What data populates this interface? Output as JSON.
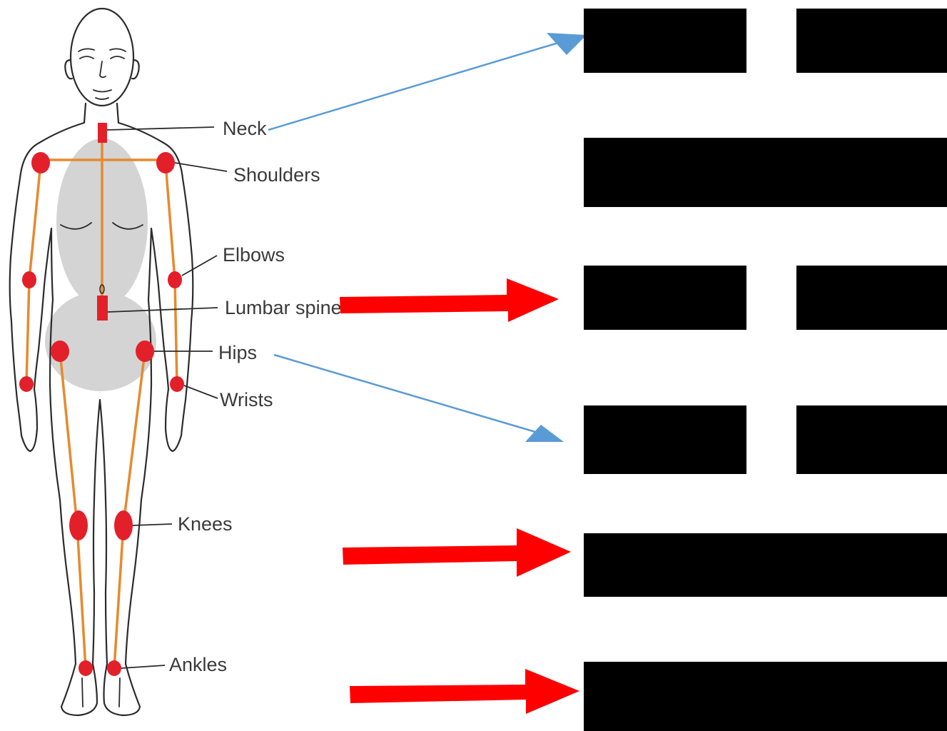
{
  "labels": {
    "neck": "Neck",
    "shoulders": "Shoulders",
    "elbows": "Elbows",
    "lumbar_spine": "Lumbar spine",
    "hips": "Hips",
    "wrists": "Wrists",
    "knees": "Knees",
    "ankles": "Ankles"
  },
  "hexagram": {
    "lines_top_to_bottom": [
      "broken",
      "solid",
      "broken",
      "broken",
      "solid",
      "solid"
    ]
  },
  "colors": {
    "joint": "#e3202a",
    "skeleton": "#e58a2e",
    "torso_shading": "#d4d4d4",
    "blue_arrow": "#5b9bd5",
    "red_arrow": "#ff0000",
    "hexagram_line": "#000000"
  }
}
